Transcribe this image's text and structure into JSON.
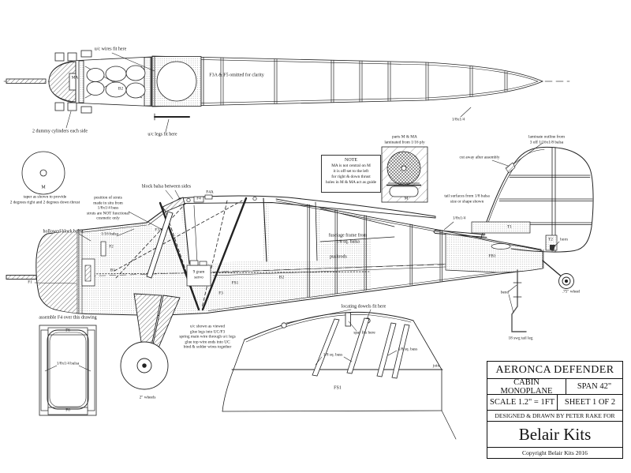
{
  "title_block": {
    "name": "AERONCA DEFENDER",
    "type": "CABIN MONOPLANE",
    "span": "SPAN 42\"",
    "scale": "SCALE 1.2\" = 1FT",
    "sheet": "SHEET 1 OF 2",
    "designed_by": "DESIGNED & DRAWN BY PETER RAKE FOR",
    "brand": "Belair Kits",
    "copyright": "Copyright Belair Kits 2016"
  },
  "top_view": {
    "uc_wires": "u/c wires fit here",
    "uc_legs": "u/c legs fit here",
    "dummy_cylinders": "2 dummy cylinders each side",
    "omitted_note": "F3A & F5 omitted for clarity",
    "tip_stock": "1/8x1/4",
    "labels": {
      "ma": "MA",
      "b2": "B2"
    }
  },
  "thrust_detail": {
    "label": "M",
    "caption": "taper as shown to provide\n2 degrees right and 2 degrees down thrust"
  },
  "note_box": {
    "title": "NOTE",
    "body": "MA is not central on M\nit is off-set to the left\nfor right & down thrust\nholes in M & MA act as guide"
  },
  "mount_detail": {
    "caption": "parts M & MA\nlaminated from 1/16 ply",
    "label_m": "M"
  },
  "fin_detail": {
    "laminate_note": "laminate outline from\n3 off 1/16x1/8 balsa",
    "cutaway_note": "cut away after assembly",
    "surfaces_note": "tail surfaces from 1/8 balsa\nsize or shape shown",
    "stock": "1/8x1/4",
    "labels": {
      "t1": "T1",
      "t2": "T2",
      "fb1": "FB1",
      "horn": "horn"
    },
    "tailwheel": ".75\" wheel",
    "bend": "bend",
    "tail_leg": "18 swg tail leg"
  },
  "side_view": {
    "strut_note": "position of struts\nmade in situ from\n1/8x1/4 bass\nstruts are NOT functional\ncosmetic only",
    "block_note": "block balsa between sides",
    "hollowed_note": "hollowed block balsa",
    "sheet_note": "1/16 balsa",
    "servo": "9 gram\nservo",
    "frame_note": "fuselage frame from\n1/8 sq. balsa",
    "pushrods": "pushrods",
    "uc_note": "u/c shown as viewed\nglue legs into UC/F3\nspring main wire through u/c legs\nglue top wire ends into UC\nbind & solder wires together",
    "wheels": "2\" wheels",
    "labels": {
      "f1": "F1",
      "f2": "F2",
      "f3": "F3",
      "f3a": "F3A",
      "f4": "F4",
      "f4a": "F4A",
      "b1": "B1",
      "b2": "B2",
      "fs1": "FS1"
    }
  },
  "centre_section": {
    "dowels_note": "locating dowels fit here",
    "spar_note": "spar fits here",
    "stock_left": "1/8 sq. bass",
    "stock_right": "1/8 sq. bass",
    "join": "join",
    "label": "FS1"
  },
  "jig_detail": {
    "title": "assemble F4 over this drawing",
    "f6_top": "F6",
    "f6_bottom": "F6",
    "stock": "1/8x1/4 balsa"
  }
}
